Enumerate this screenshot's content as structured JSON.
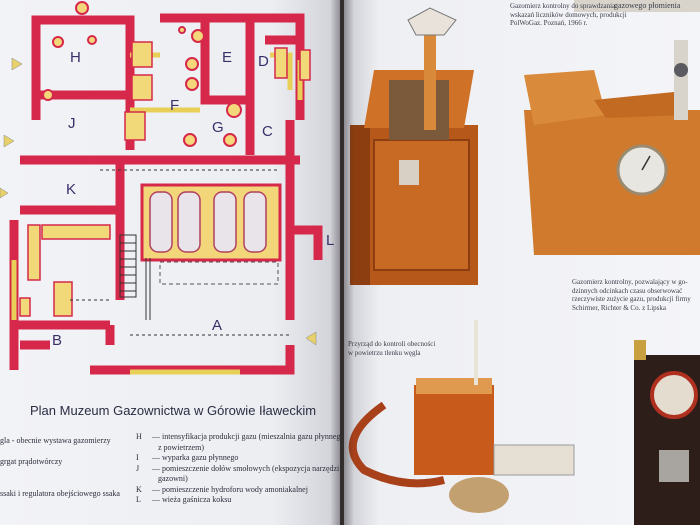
{
  "plan": {
    "title": "Plan Muzeum Gazownictwa w Górowie Iławeckim",
    "room_labels": [
      "H",
      "E",
      "D",
      "J",
      "F",
      "G",
      "C",
      "K",
      "A",
      "B",
      "L"
    ]
  },
  "legend_left": [
    "gla - obecnie wystawa gazomierzy",
    "",
    "grgat prądotwórczy",
    "",
    "",
    "ssaki i regulatora obejściowego ssaka"
  ],
  "legend_right": [
    {
      "key": "H",
      "text": "intensyfikacja produkcji gazu (mieszalnia gazu płynnego"
    },
    {
      "key": "",
      "text": "z powietrzem)"
    },
    {
      "key": "I",
      "text": "wyparka gazu płynnego"
    },
    {
      "key": "J",
      "text": "pomieszczenie dołów smołowych (ekspozycja narzędzi"
    },
    {
      "key": "",
      "text": "gazowni)"
    },
    {
      "key": "K",
      "text": "pomieszczenie hydroforu wody amoniakalnej"
    },
    {
      "key": "L",
      "text": "wieża gaśnicza koksu"
    }
  ],
  "right_page": {
    "header": "gazowego płomienia",
    "caption_top": [
      "Gazomierz kontrolny do sprawdzania",
      "wskazań liczników domowych, produkcji",
      "PolWoGaz. Poznań, 1966 r."
    ],
    "caption_mid": [
      "Gazomierz kontrolny, pozwalający w go-",
      "dzinnych odcinkach czasu obserwować",
      "rzeczywiste zużycie gazu, produkcji firmy",
      "Schirmer, Richter & Co. z Lipska"
    ],
    "caption_left": [
      "Przyrząd do kontroli obecności",
      "w powietrzu tlenku węgla"
    ]
  }
}
